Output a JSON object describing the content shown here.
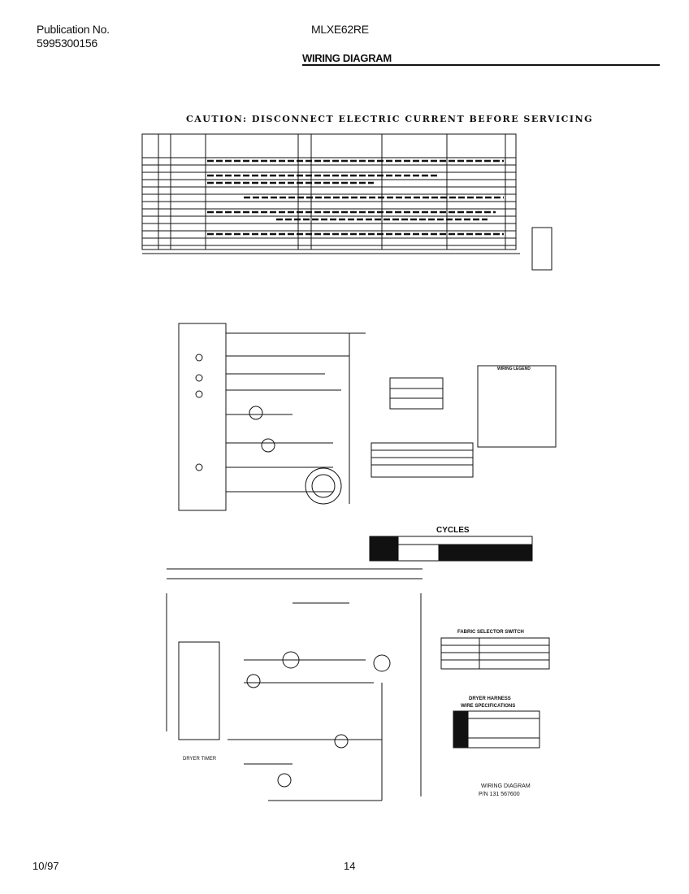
{
  "header": {
    "pub_label": "Publication No.",
    "pub_number": "5995300156",
    "model": "MLXE62RE",
    "section_title": "WIRING DIAGRAM"
  },
  "caution": "CAUTION: DISCONNECT ELECTRIC CURRENT BEFORE SERVICING",
  "labels": {
    "cycles": "CYCLES",
    "fabric_selector": "FABRIC SELECTOR SWITCH",
    "harness_line1": "DRYER HARNESS",
    "harness_line2": "WIRE SPECIFICATIONS",
    "dryer_timer": "DRYER TIMER",
    "diagram_pn_line1": "WIRING DIAGRAM",
    "diagram_pn_line2": "P/N 131 567600",
    "wiring_legend": "WIRING LEGEND"
  },
  "footer": {
    "date": "10/97",
    "page": "14"
  }
}
